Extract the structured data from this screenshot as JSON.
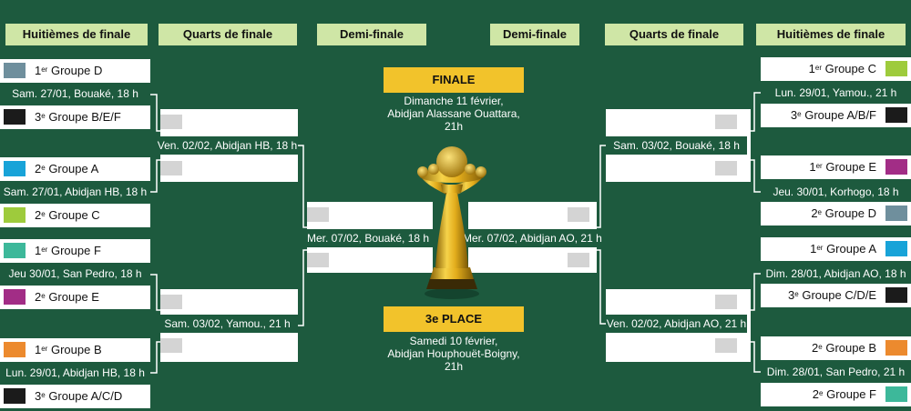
{
  "headers": {
    "r16_left": "Huitièmes de finale",
    "qf_left": "Quarts de finale",
    "sf_left": "Demi-finale",
    "sf_right": "Demi-finale",
    "qf_right": "Quarts de finale",
    "r16_right": "Huitièmes de finale"
  },
  "final": {
    "label": "FINALE",
    "line1": "Dimanche 11 février,",
    "line2": "Abidjan Alassane Ouattara,",
    "line3": "21h"
  },
  "third_place": {
    "label": "3e PLACE",
    "line1": "Samedi 10 février,",
    "line2": "Abidjan Houphouët-Boigny,",
    "line3": "21h"
  },
  "r16_left": [
    {
      "team1": {
        "sup": "er",
        "text": "Groupe D",
        "color": "#6f8f9d"
      },
      "match": "Sam. 27/01, Bouaké, 18 h",
      "team2": {
        "sup": "e",
        "text": "Groupe B/E/F",
        "color": "#1b1b1b"
      }
    },
    {
      "team1": {
        "sup": "e",
        "text": "Groupe A",
        "color": "#18a3d8"
      },
      "match": "Sam. 27/01, Abidjan HB, 18 h",
      "team2": {
        "sup": "e",
        "text": "Groupe C",
        "color": "#9ecb3c"
      }
    },
    {
      "team1": {
        "sup": "er",
        "text": "Groupe F",
        "color": "#3db89a"
      },
      "match": "Jeu 30/01, San Pedro, 18 h",
      "team2": {
        "sup": "e",
        "text": "Groupe E",
        "color": "#a22d86"
      }
    },
    {
      "team1": {
        "sup": "er",
        "text": "Groupe B",
        "color": "#ec8a2e"
      },
      "match": "Lun. 29/01, Abidjan HB, 18 h",
      "team2": {
        "sup": "e",
        "text": "Groupe A/C/D",
        "color": "#1b1b1b"
      }
    }
  ],
  "r16_right": [
    {
      "team1": {
        "sup": "er",
        "text": "Groupe C",
        "color": "#9ecb3c"
      },
      "match": "Lun. 29/01, Yamou., 21 h",
      "team2": {
        "sup": "e",
        "text": "Groupe A/B/F",
        "color": "#1b1b1b"
      }
    },
    {
      "team1": {
        "sup": "er",
        "text": "Groupe E",
        "color": "#a22d86"
      },
      "match": "Jeu. 30/01, Korhogo, 18 h",
      "team2": {
        "sup": "e",
        "text": "Groupe D",
        "color": "#6f8f9d"
      }
    },
    {
      "team1": {
        "sup": "er",
        "text": "Groupe A",
        "color": "#18a3d8"
      },
      "match": "Dim. 28/01, Abidjan AO, 18 h",
      "team2": {
        "sup": "e",
        "text": "Groupe C/D/E",
        "color": "#1b1b1b"
      }
    },
    {
      "team1": {
        "sup": "e",
        "text": "Groupe B",
        "color": "#ec8a2e"
      },
      "match": "Dim. 28/01, San Pedro, 21 h",
      "team2": {
        "sup": "e",
        "text": "Groupe F",
        "color": "#3db89a"
      }
    }
  ],
  "qf_left": [
    "Ven. 02/02, Abidjan HB, 18 h",
    "Sam. 03/02, Yamou., 21 h"
  ],
  "qf_right": [
    "Sam. 03/02, Bouaké, 18 h",
    "Ven. 02/02, Abidjan AO, 21 h"
  ],
  "sf_left": "Mer. 07/02, Bouaké, 18 h",
  "sf_right": "Mer. 07/02, Abidjan AO, 21 h",
  "colors": {
    "background": "#1d5a3e",
    "header": "#cfe6a6",
    "gold": "#f2c32b",
    "placeholder": "#d4d4d4"
  }
}
